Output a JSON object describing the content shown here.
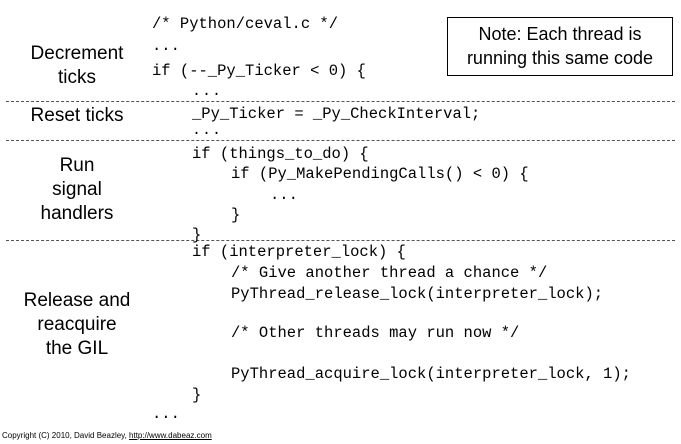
{
  "labels": {
    "decrement_1": "Decrement",
    "decrement_2": "ticks",
    "reset": "Reset ticks",
    "run_1": "Run",
    "run_2": "signal",
    "run_3": "handlers",
    "release_1": "Release and",
    "release_2": "reacquire",
    "release_3": "the GIL"
  },
  "note": {
    "line1": "Note: Each thread is",
    "line2": "running this same code"
  },
  "code": {
    "l01": "/* Python/ceval.c */",
    "l02": "...",
    "l03": "if (--_Py_Ticker < 0) {",
    "l04": "...",
    "l05": "_Py_Ticker = _Py_CheckInterval;",
    "l06": "...",
    "l07": "if (things_to_do) {",
    "l08": "if (Py_MakePendingCalls() < 0) {",
    "l09": "...",
    "l10": "}",
    "l11": "}",
    "l12": "if (interpreter_lock) {",
    "l13": "/* Give another thread a chance */",
    "l14": "PyThread_release_lock(interpreter_lock);",
    "l15": "/* Other threads may run now */",
    "l16": "PyThread_acquire_lock(interpreter_lock, 1);",
    "l17": "}",
    "l18": "..."
  },
  "footer": {
    "text": "Copyright (C) 2010, David Beazley, ",
    "link": "http://www.dabeaz.com"
  }
}
